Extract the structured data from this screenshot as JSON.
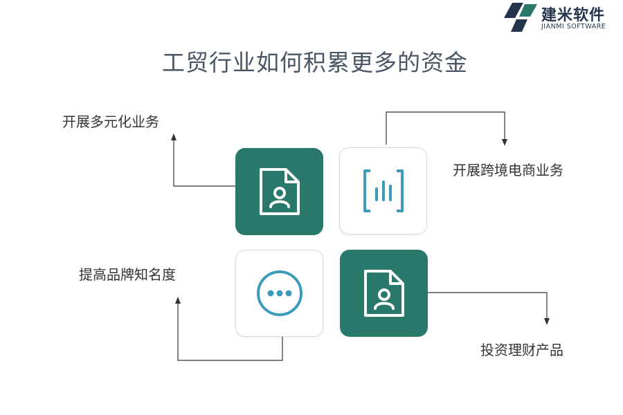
{
  "logo": {
    "name": "建米软件",
    "subtitle": "JIANMI SOFTWARE"
  },
  "title": "工贸行业如何积累更多的资金",
  "items": [
    {
      "label": "开展多元化业务",
      "icon": "document-person-icon",
      "style": "dark"
    },
    {
      "label": "开展跨境电商业务",
      "icon": "bar-chart-icon",
      "style": "light"
    },
    {
      "label": "提高品牌知名度",
      "icon": "more-dots-icon",
      "style": "light"
    },
    {
      "label": "投资理财产品",
      "icon": "document-person-icon",
      "style": "dark"
    }
  ],
  "colors": {
    "dark_tile": "#29786c",
    "light_icon": "#3a9cb8",
    "connector": "#333333"
  }
}
